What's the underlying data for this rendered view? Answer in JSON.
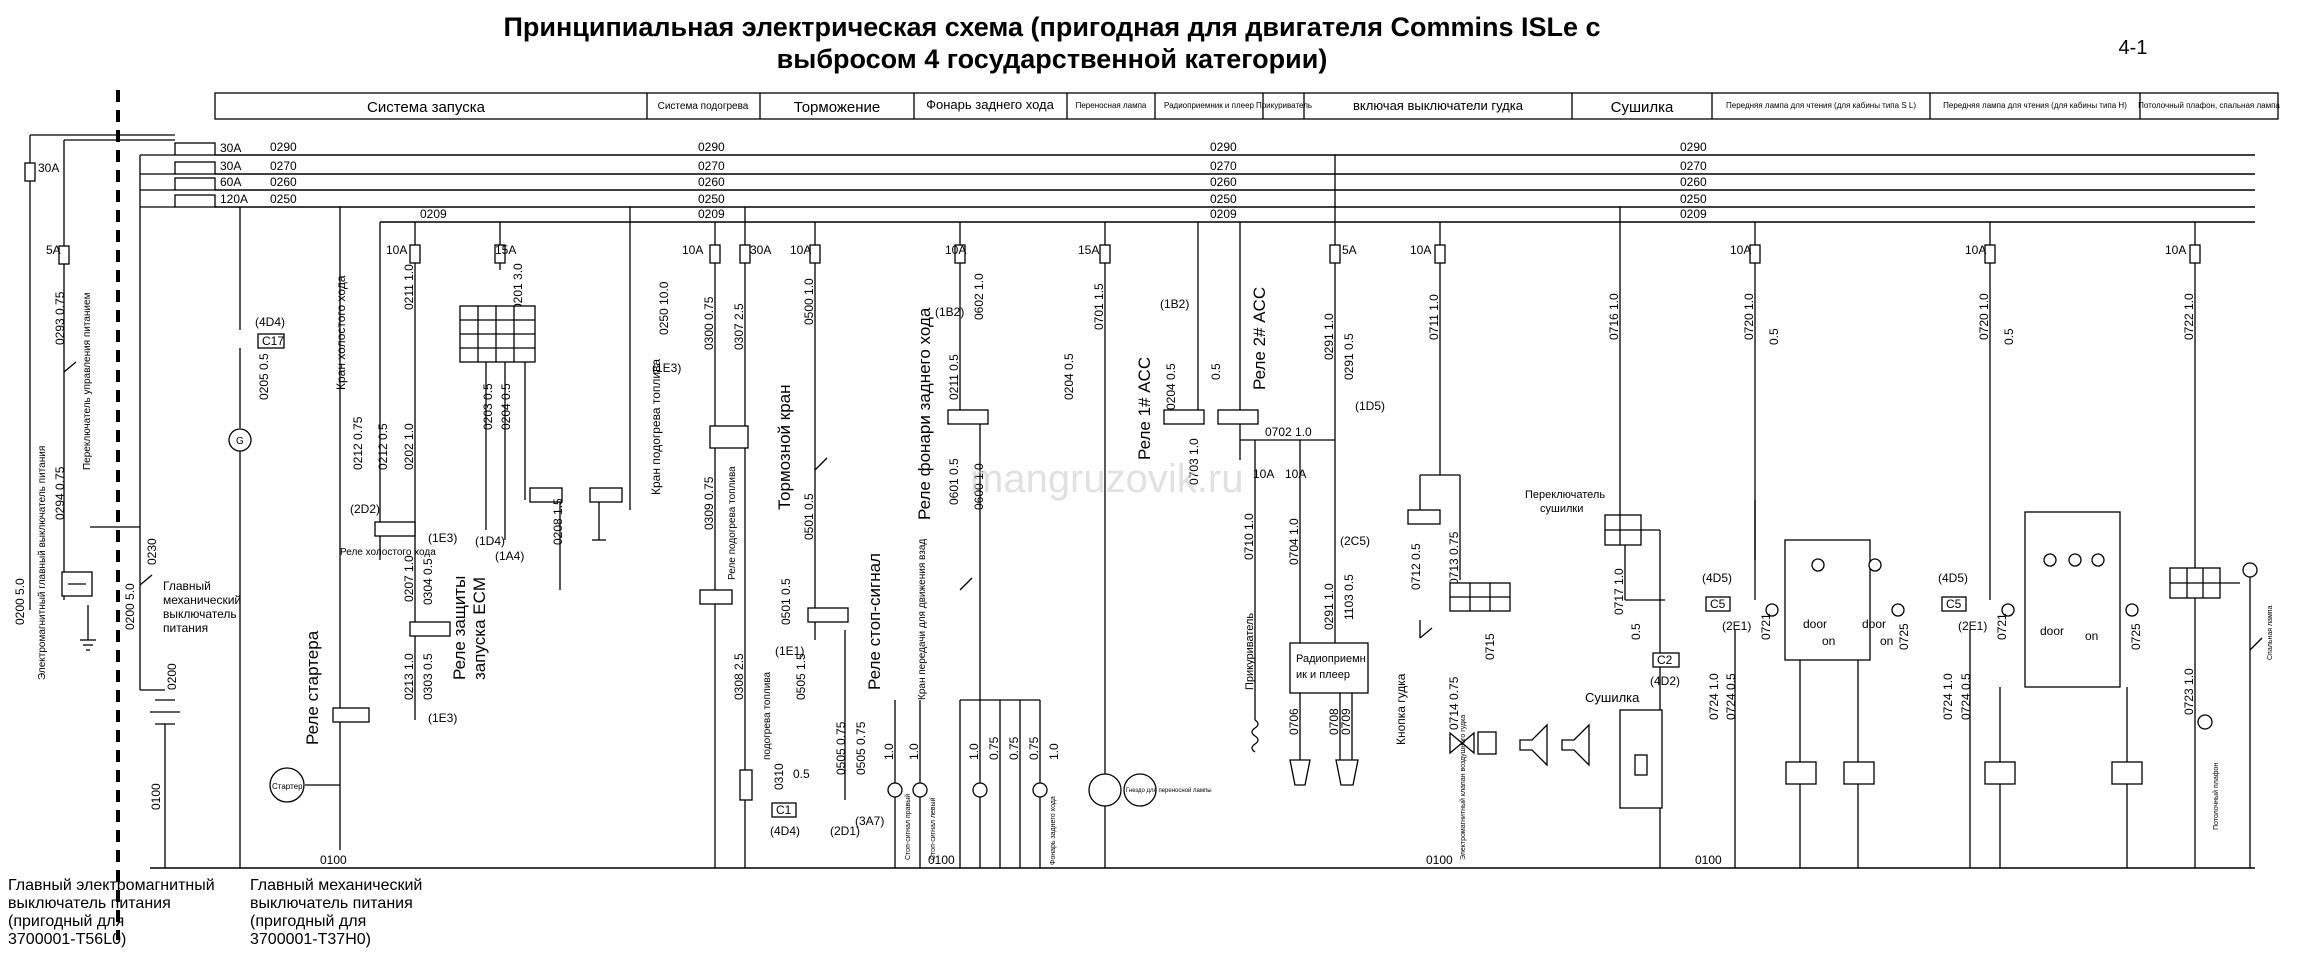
{
  "title": {
    "line1": "Принципиальная электрическая схема (пригодная для двигателя Commins ISLe с",
    "line2": "выбросом 4 государственной категории)",
    "page_number": "4-1"
  },
  "sections": [
    {
      "label": "Система запуска",
      "size": "big"
    },
    {
      "label": "Система подогрева",
      "size": "small"
    },
    {
      "label": "Торможение",
      "size": "big"
    },
    {
      "label": "Фонарь заднего хода",
      "size": "mid"
    },
    {
      "label": "Переносная лампа",
      "size": "small"
    },
    {
      "label": "Радиоприемник и плеер",
      "size": "small"
    },
    {
      "label": "Прикуриватель",
      "size": "small"
    },
    {
      "label": "включая выключатели гудка",
      "size": "mid"
    },
    {
      "label": "Сушилка",
      "size": "big"
    },
    {
      "label": "Передняя лампа для чтения (для кабины типа S L)",
      "size": "small"
    },
    {
      "label": "Передняя лампа для чтения (для кабины типа H)",
      "size": "small"
    },
    {
      "label": "Потолочный плафон, спальная лампа",
      "size": "small"
    }
  ],
  "bus": {
    "fuses": [
      "30A",
      "30A",
      "60A",
      "120A"
    ],
    "wires": [
      "0290",
      "0270",
      "0260",
      "0250",
      "0209"
    ]
  },
  "left": {
    "fuse_main": "30A",
    "fuse_5a": "5A",
    "wire_0293": "0293  0.75",
    "wire_0294": "0294  0.75",
    "wire_0200": "0200  5.0",
    "wire_0200b": "0200  5.0",
    "wire_0230": "0230",
    "wire_0200c": "0200",
    "wire_0100": "0100",
    "switch_label": "Переключатель управления питанием",
    "em_switch_label": "Электромагнитный главный выключатель питания",
    "mech_switch_label": "Главный механический выключатель питания"
  },
  "start": {
    "ref_4d4": "(4D4)",
    "conn_c17": "C17",
    "wire_0205": "0205  0.5",
    "gen": "G",
    "fuse_10a": "10A",
    "fuse_15a": "15A",
    "wire_0211": "0211  1.0",
    "wire_0212": "0212  0.75",
    "wire_0212b": "0212  0.5",
    "wire_0202": "0202  1.0",
    "wire_0201": "0201  3.0",
    "wire_0203": "0203  0.5",
    "wire_0204": "0204  0.5",
    "wire_0208": "0208  1.5",
    "wire_0207": "0207  1.0",
    "wire_0304": "0304  0.5",
    "wire_0303": "0303  0.5",
    "wire_0213": "0213  1.0",
    "idle_valve": "Кран холостого хода",
    "idle_relay": "Реле холостого хода",
    "ecm_relay": "Реле защиты запуска ECM",
    "starter_relay": "Реле стартера",
    "starter": "Стартер",
    "ref_2d2": "(2D2)",
    "ref_1e3a": "(1E3)",
    "ref_1e3b": "(1E3)",
    "ref_1d4": "(1D4)",
    "ref_1a4": "(1A4)",
    "wire_0100": "0100"
  },
  "heat": {
    "wire_0250": "0250  10.0",
    "ref_1e3": "(1E3)",
    "valve_label": "Кран подогрева топлива",
    "fuse_10a": "10A",
    "fuse_30a": "30A",
    "wire_0300": "0300  0.75",
    "wire_0307": "0307  2.5",
    "wire_0309": "0309  0.75",
    "wire_0308": "0308  2.5",
    "wire_0310": "0310  0.5",
    "relay_label": "Реле подогрева топлива",
    "heater_label": "подогрева топлива",
    "conn_c1": "C1",
    "ref_4d4": "(4D4)"
  },
  "brake": {
    "fuse_10a": "10A",
    "wire_0500": "0500  1.0",
    "wire_0501": "0501  0.5",
    "wire_0501b": "0501  0.5",
    "wire_0505a": "0505  1.5",
    "wire_0505b": "0505  0.75",
    "wire_0505c": "0505  0.75",
    "wire_1a": "1.0",
    "wire_1b": "1.0",
    "valve_label": "Тормозной кран",
    "relay_label": "Реле стоп-сигнал",
    "ref_1e1": "(1E1)",
    "ref_2d1": "(2D1)",
    "ref_3a7": "(3A7)",
    "lamp1": "Стоп-сигнал правый",
    "lamp2": "Стоп-сигнал левый",
    "wire_0100": "0100"
  },
  "reverse": {
    "fuse_10a": "10A",
    "ref_1b2": "(1B2)",
    "wire_0602": "0602  1.0",
    "wire_0211": "0211  0.5",
    "wire_0601": "0601  0.5",
    "wire_0600": "0600  1.0",
    "relay_label": "Реле фонари заднего хода",
    "valve_label": "Кран передачи для движения взад",
    "w1": "1.0",
    "w2": "0.75",
    "w3": "0.75",
    "w4": "0.75",
    "w5": "1.0",
    "lamp_label": "Фонарь заднего хода"
  },
  "portable": {
    "fuse_15a": "15A",
    "wire_0204": "0204  0.5",
    "wire_0701": "0701  1.5",
    "socket_label": "Гнездо для переносной лампы"
  },
  "radio": {
    "ref_1b2": "(1B2)",
    "relay1": "Реле 1# ACC",
    "relay2": "Реле 2# ACC",
    "wire_0204": "0204  0.5",
    "wire_0703": "0703  1.0",
    "wire_05": "0.5",
    "wire_0702": "0702  1.0",
    "fuse_10a_a": "10A",
    "fuse_10a_b": "10A",
    "wire_0710": "0710  1.0",
    "wire_0704": "0704  1.0",
    "wire_0291a": "0291  1.0",
    "wire_0291b": "0291  0.5",
    "wire_1103": "1103  0.5",
    "ref_1d5": "(1D5)",
    "ref_2c5": "(2C5)",
    "fuse_5a": "5A",
    "radio_label": "Радиоприемник и плеер",
    "lighter_label": "Прикуриватель",
    "w0706": "0706",
    "w0708": "0708",
    "w0709": "0709"
  },
  "horn": {
    "fuse_10a": "10A",
    "wire_0711": "0711  1.0",
    "wire_0712": "0712  0.5",
    "wire_0713": "0713  0.75",
    "wire_0714": "0714  0.75",
    "wire_0715": "0715",
    "button_label": "Кнопка гудка",
    "valve_label": "Электромагнитный клапан воздушного гудка"
  },
  "dryer": {
    "wire_0716": "0716  1.0",
    "switch_label": "Переключатель сушилки",
    "wire_0717": "0717  1.0",
    "wire_05": "0.5",
    "conn_c2": "C2",
    "ref_4d2": "(4D2)",
    "dryer_label": "Сушилка",
    "wire_0100": "0100"
  },
  "read_sl": {
    "fuse_10a": "10A",
    "wire_0720": "0720  1.0",
    "wire_05": "0.5",
    "ref_4d5": "(4D5)",
    "conn_c5": "C5",
    "ref_2e1": "(2E1)",
    "wire_0724a": "0724  1.0",
    "wire_0724b": "0724  0.5",
    "w0721": "0721",
    "w0725": "0725",
    "door": "door",
    "on": "on"
  },
  "read_h": {
    "fuse_10a": "10A",
    "wire_0720": "0720  1.0",
    "wire_05": "0.5",
    "ref_4d5": "(4D5)",
    "conn_c5": "C5",
    "ref_2e1": "(2E1)",
    "wire_0724a": "0724  1.0",
    "wire_0724b": "0724  0.5",
    "w0721": "0721",
    "w0725": "0725",
    "door": "door",
    "on": "on"
  },
  "ceiling": {
    "fuse_10a": "10A",
    "wire_0722": "0722  1.0",
    "wire_0723": "0723  1.0",
    "lamp_label": "Потолочный плафон",
    "sleep_label": "Спальная лампа"
  },
  "bottom_notes": {
    "em_line1": "Главный электромагнитный",
    "em_line2": "выключатель питания",
    "em_line3": "(пригодный для",
    "em_line4": "3700001-T56L0)",
    "mech_line1": "Главный механический",
    "mech_line2": "выключатель питания",
    "mech_line3": "(пригодный для",
    "mech_line4": "3700001-T37H0)"
  },
  "watermark": "mangruzovik.ru"
}
